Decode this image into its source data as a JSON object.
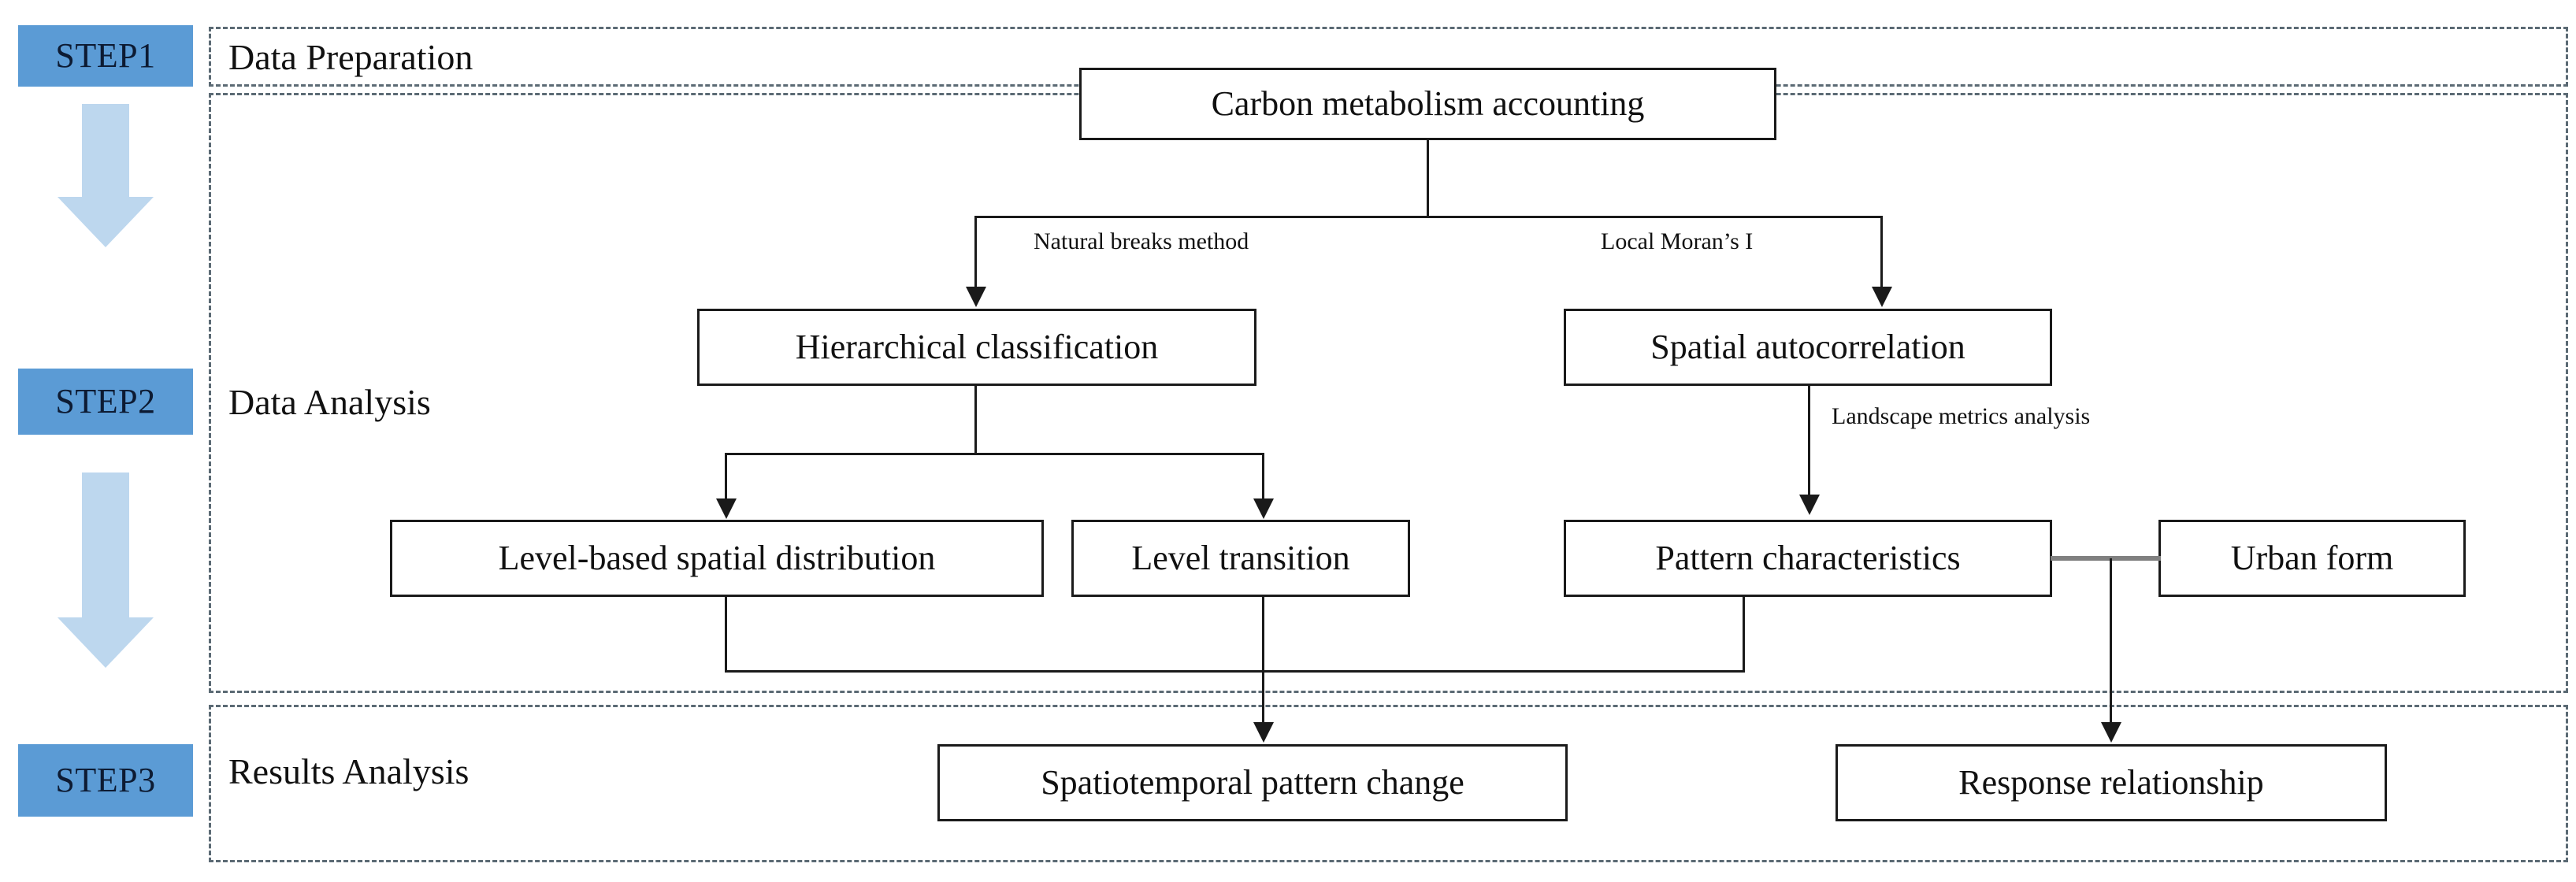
{
  "figure": {
    "type": "flowchart",
    "orientation": "top-to-bottom",
    "steps": [
      {
        "chip": "STEP1",
        "caption": "Data Preparation"
      },
      {
        "chip": "STEP2",
        "caption": "Data Analysis"
      },
      {
        "chip": "STEP3",
        "caption": "Results  Analysis"
      }
    ],
    "nodes": {
      "carbon_accounting": "Carbon metabolism  accounting",
      "hierarchical_classification": "Hierarchical  classification",
      "spatial_autocorrelation": "Spatial autocorrelation",
      "level_based_spatial_distribution": "Level-based  spatial distribution",
      "level_transition": "Level transition",
      "pattern_characteristics": "Pattern characteristics",
      "urban_form": "Urban form",
      "spatiotemporal_pattern_change": "Spatiotemporal  pattern change",
      "response_relationship": "Response  relationship"
    },
    "edge_labels": {
      "natural_breaks": "Natural breaks method",
      "local_morans_i": "Local Moran’s I",
      "landscape_metrics": "Landscape metrics analysis"
    },
    "colors": {
      "chip_fill": "#5b9bd5",
      "step_arrow_fill": "#bdd7ee",
      "band_border": "#5b6a74",
      "node_border": "#1a1a1a",
      "link_gray": "#808080",
      "background": "#ffffff"
    }
  }
}
